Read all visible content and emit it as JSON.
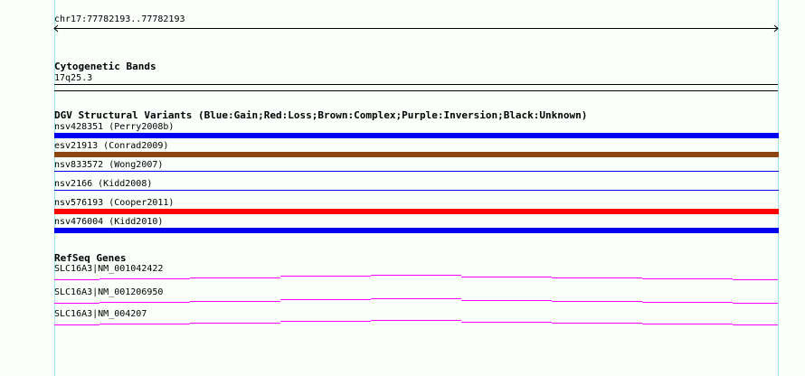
{
  "ruler": {
    "label": "chr17:77782193..77782193"
  },
  "cytobands": {
    "title": "Cytogenetic Bands",
    "band": "17q25.3"
  },
  "dgv": {
    "title": "DGV Structural Variants (Blue:Gain;Red:Loss;Brown:Complex;Purple:Inversion;Black:Unknown)",
    "items": [
      {
        "label": "nsv428351 (Perry2008b)",
        "color": "#0000ee",
        "type": "Gain"
      },
      {
        "label": "esv21913 (Conrad2009)",
        "color": "#8b4513",
        "type": "Complex"
      },
      {
        "label": "nsv833572 (Wong2007)",
        "color": "#0000ee",
        "type": "Gain"
      },
      {
        "label": "nsv2166 (Kidd2008)",
        "color": "#0000ee",
        "type": "Gain"
      },
      {
        "label": "nsv576193 (Cooper2011)",
        "color": "#ff0000",
        "type": "Loss"
      },
      {
        "label": "nsv476004 (Kidd2010)",
        "color": "#0000ee",
        "type": "Gain"
      }
    ]
  },
  "refseq": {
    "title": "RefSeq Genes",
    "color": "#ff00ff",
    "items": [
      {
        "label": "SLC16A3|NM_001042422"
      },
      {
        "label": "SLC16A3|NM_001206950"
      },
      {
        "label": "SLC16A3|NM_004207"
      }
    ]
  }
}
